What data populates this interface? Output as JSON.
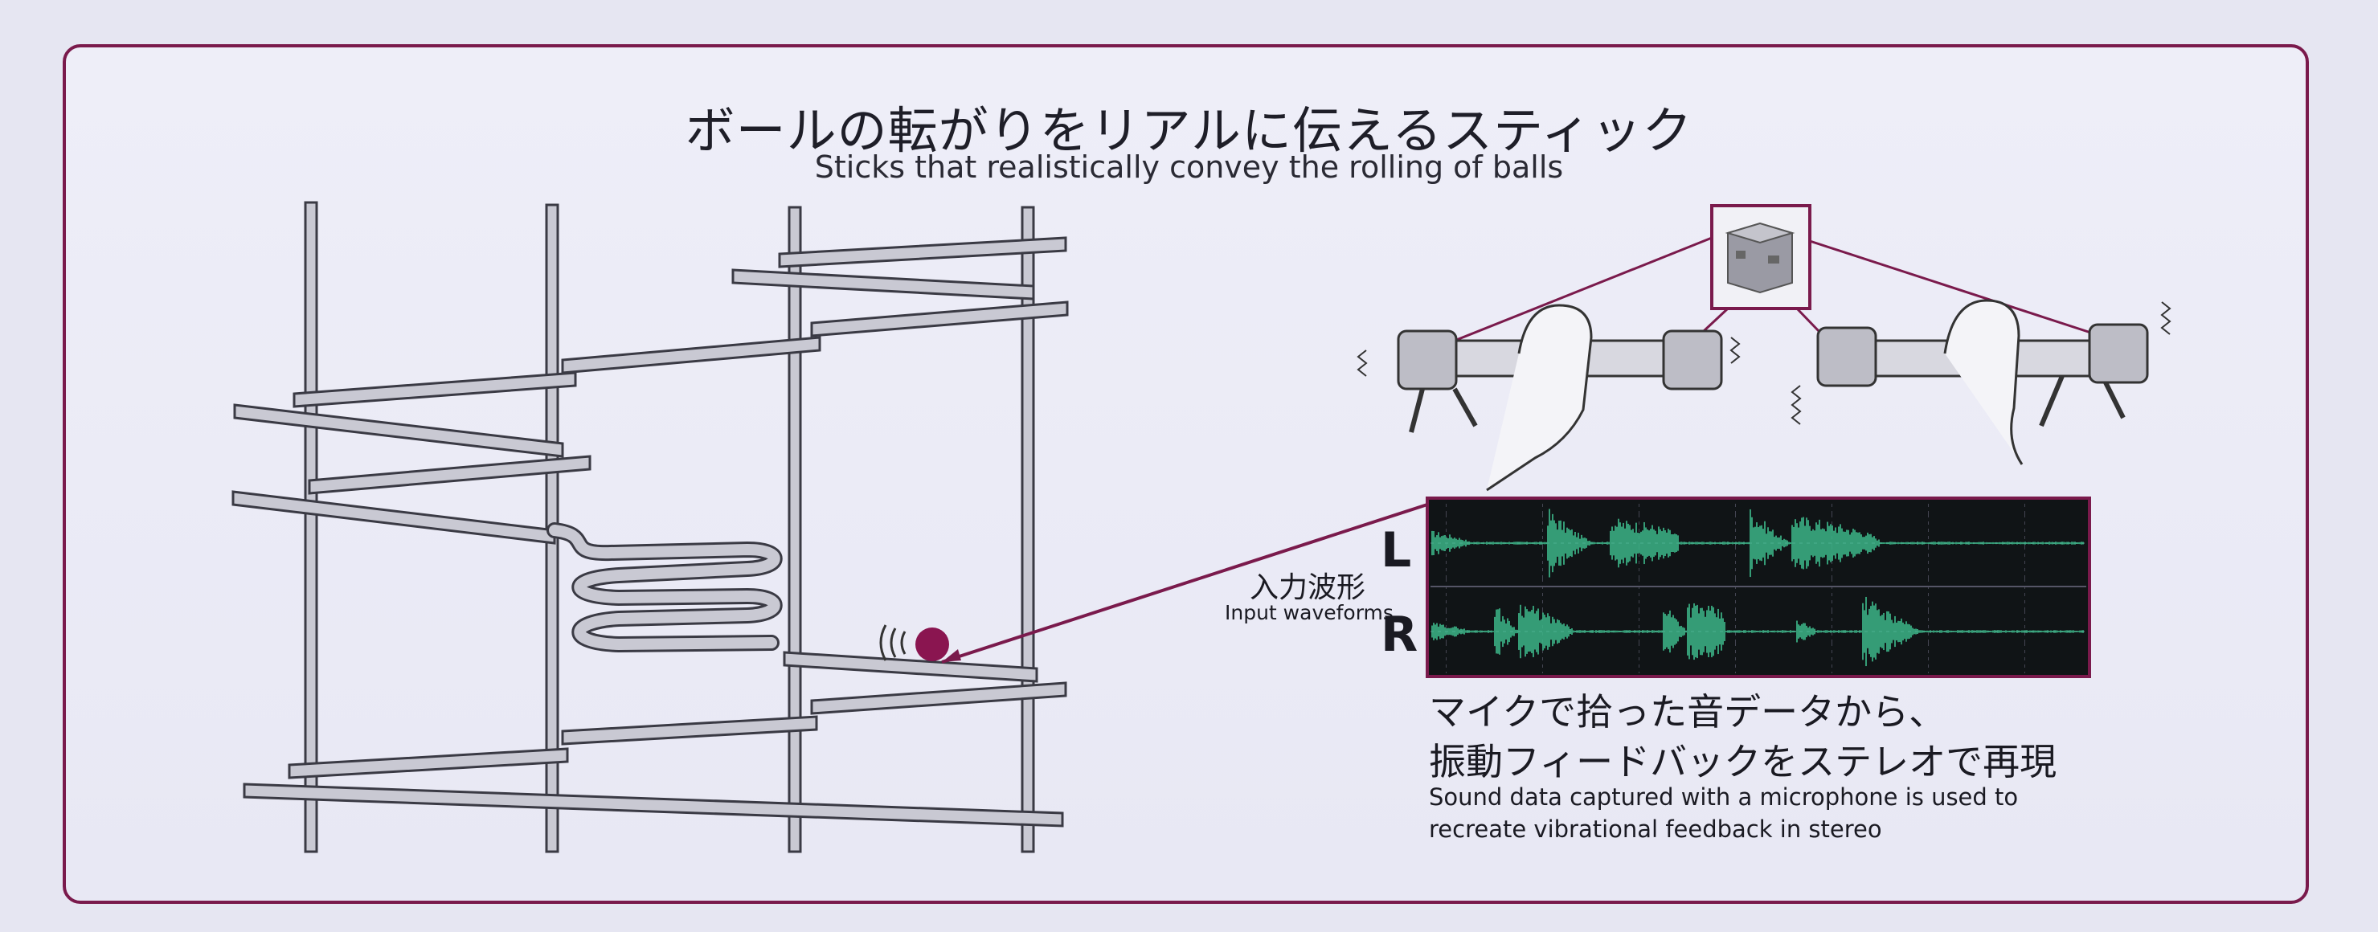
{
  "header": {
    "title_jp": "ボールの転がりをリアルに伝えるスティック",
    "title_en": "Sticks that realistically convey the rolling of balls"
  },
  "waveform": {
    "label_jp": "入力波形",
    "label_en": "Input waveforms",
    "channel_left": "L",
    "channel_right": "R"
  },
  "caption": {
    "jp_line1": "マイクで拾った音データから、",
    "jp_line2": "振動フィードバックをステレオで再現",
    "en_line1": "Sound data captured with a microphone is used to",
    "en_line2": "recreate vibrational feedback in stereo"
  },
  "colors": {
    "accent": "#7a1a4c",
    "ball": "#8a1550",
    "waveform": "#3fbf8f",
    "waveform_bg": "#101416",
    "rail_fill": "#c9c9d3",
    "rail_stroke": "#3a3a44"
  }
}
